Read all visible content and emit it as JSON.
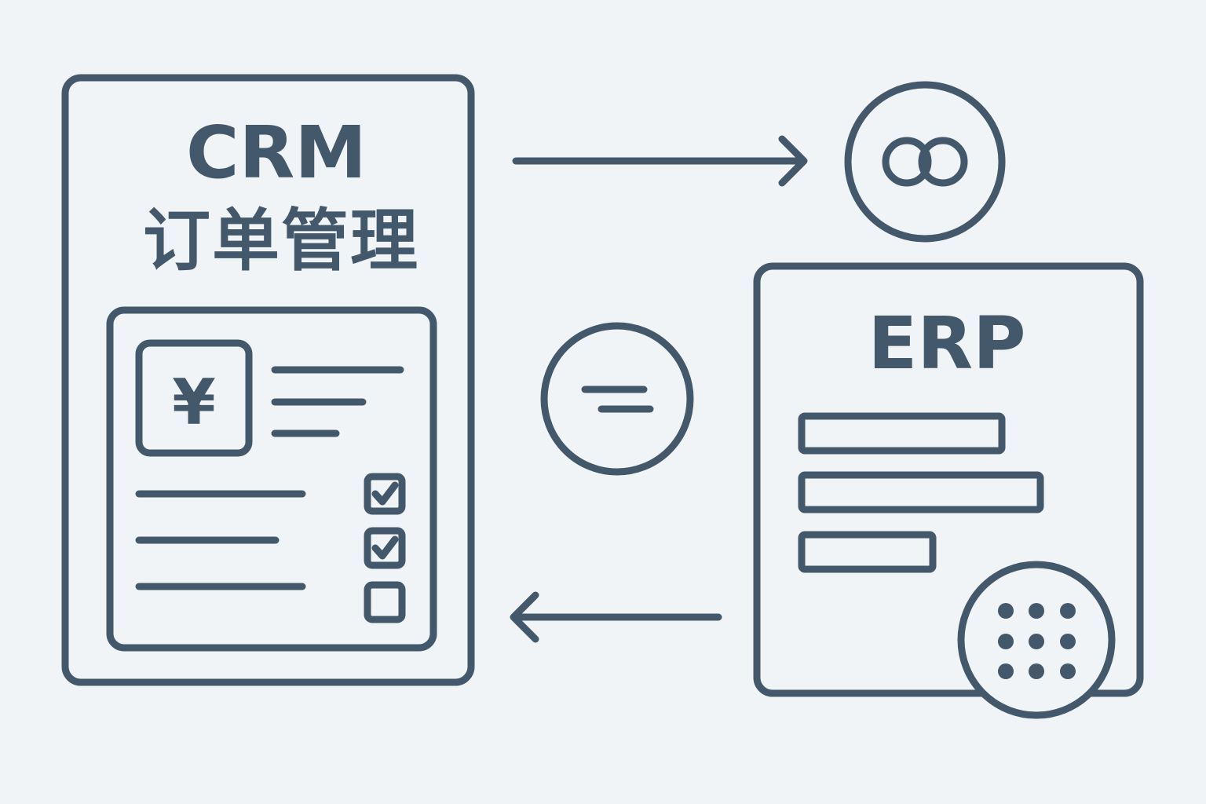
{
  "colors": {
    "background": "#f1f4f6",
    "stroke": "#44586b"
  },
  "crm": {
    "title": "CRM",
    "subtitle": "订单管理",
    "currency_symbol": "¥"
  },
  "erp": {
    "title": "ERP"
  },
  "icons": {
    "sync_icon": "interlinked-rings-icon",
    "compare_icon": "equals-icon",
    "module_icon": "dot-grid-icon",
    "checkboxes": [
      {
        "checked": true
      },
      {
        "checked": true
      },
      {
        "checked": false
      }
    ]
  },
  "arrows": [
    {
      "direction": "right",
      "from": "crm",
      "to": "sync"
    },
    {
      "direction": "left",
      "from": "erp",
      "to": "crm"
    }
  ]
}
